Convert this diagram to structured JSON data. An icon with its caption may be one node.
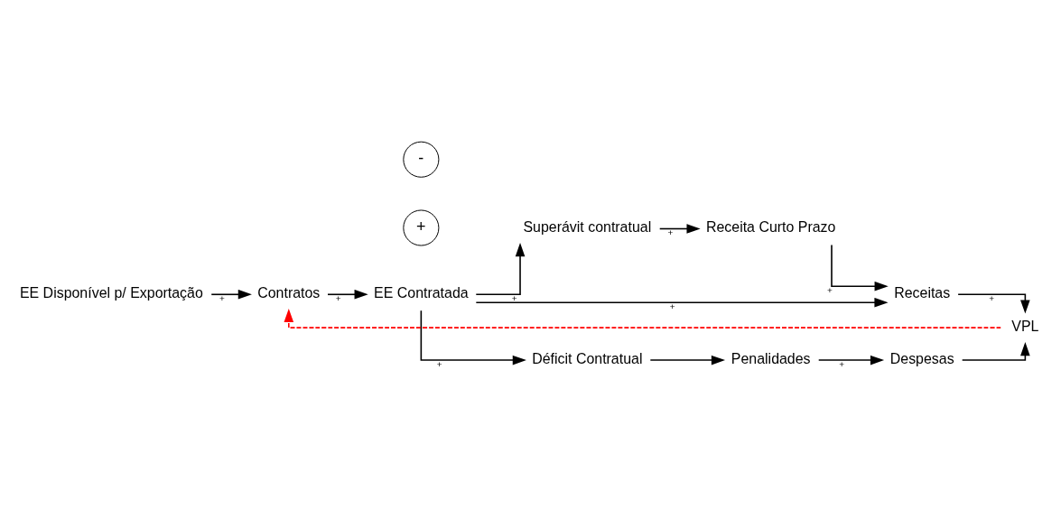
{
  "diagram": {
    "nodes": [
      {
        "text": [
          "EE Disponível p/ Exportação"
        ]
      },
      {
        "text": [
          "Superávit contratual"
        ]
      },
      {
        "text": [
          "Receita Curto Prazo"
        ]
      },
      {
        "text": [
          "EE Contratada"
        ]
      },
      {
        "text": [
          "Receitas"
        ]
      },
      {
        "text": [
          "Contratos"
        ]
      },
      {
        "text": [
          "VPL"
        ]
      },
      {
        "text": [
          "Déficit Contratual"
        ]
      },
      {
        "text": [
          "Penalidades"
        ]
      },
      {
        "text": [
          "Despesas"
        ]
      }
    ],
    "edges": [
      {
        "from": 0,
        "to": 5,
        "arrow": "to",
        "label": "+"
      },
      {
        "from": 5,
        "to": 3,
        "arrow": "to",
        "label": "+"
      },
      {
        "from": 3,
        "to": 1,
        "arrow": "to",
        "label": "+"
      },
      {
        "from": 1,
        "to": 2,
        "arrow": "to",
        "label": "+"
      },
      {
        "from": 2,
        "to": 4,
        "arrow": "to",
        "label": "+"
      },
      {
        "from": 3,
        "to": 4,
        "arrow": "to",
        "label": "+"
      },
      {
        "from": 4,
        "to": 6,
        "arrow": "to",
        "label": "+"
      },
      {
        "from": 3,
        "to": 7,
        "arrow": "to",
        "label": "+"
      },
      {
        "from": 7,
        "to": 8,
        "arrow": "to"
      },
      {
        "from": 8,
        "to": 9,
        "arrow": "to",
        "label": "+"
      },
      {
        "from": 9,
        "to": 6,
        "arrow": "to"
      },
      {
        "from": 6,
        "to": 5,
        "arrow": "to",
        "style": "dashed",
        "color": "#ff0000"
      }
    ],
    "labels": [
      "+",
      "-"
    ]
  }
}
